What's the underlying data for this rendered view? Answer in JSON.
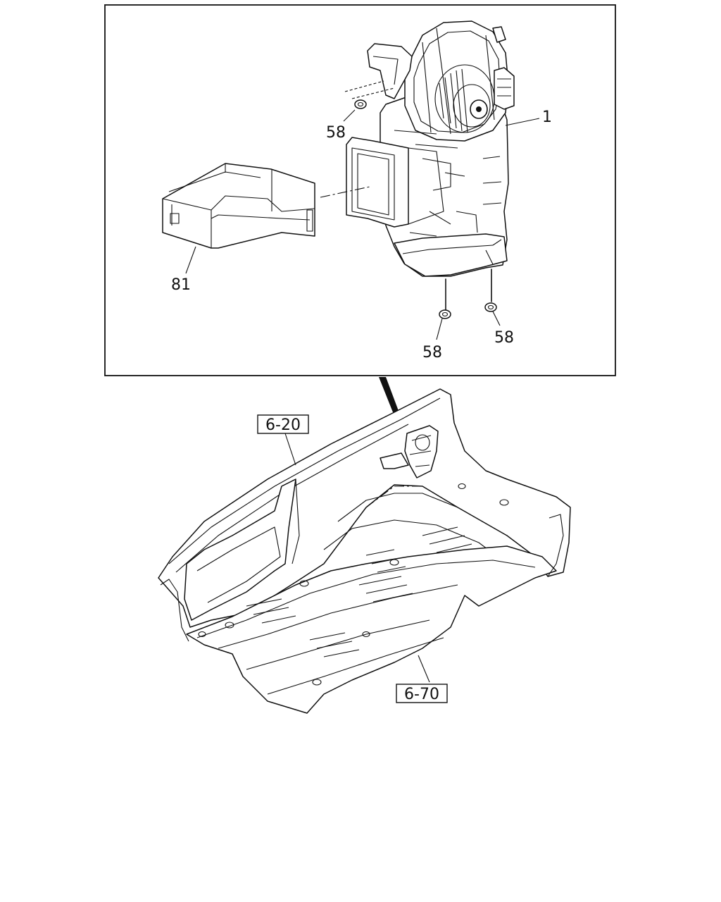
{
  "callouts": {
    "part_1": "1",
    "part_58_top": "58",
    "part_81": "81",
    "part_58_bottom_left": "58",
    "part_58_bottom_right": "58"
  },
  "references": {
    "ref_6_20": "6-20",
    "ref_6_70": "6-70"
  }
}
